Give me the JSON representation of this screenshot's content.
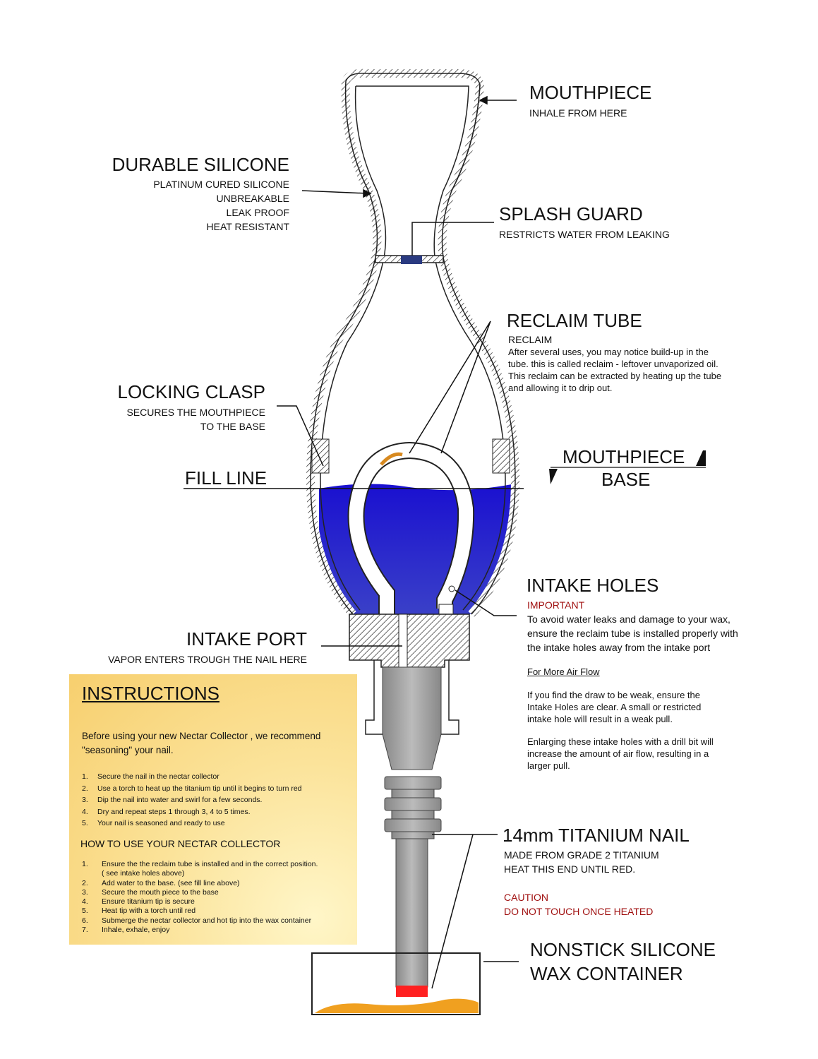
{
  "labels": {
    "mouthpiece": {
      "title": "MOUTHPIECE",
      "sub": "INHALE FROM HERE"
    },
    "silicone": {
      "title": "DURABLE SILICONE",
      "lines": [
        "PLATINUM CURED SILICONE",
        "UNBREAKABLE",
        "LEAK PROOF",
        "HEAT RESISTANT"
      ]
    },
    "splash": {
      "title": "SPLASH GUARD",
      "sub": "RESTRICTS WATER FROM LEAKING"
    },
    "reclaim": {
      "title": "RECLAIM TUBE",
      "sub": "RECLAIM",
      "body": "After several uses, you may notice build-up in the tube. this is called reclaim - leftover unvaporized oil. This reclaim can be extracted by heating up the tube and allowing it to drip out."
    },
    "clasp": {
      "title": "LOCKING CLASP",
      "lines": [
        "SECURES THE MOUTHPIECE",
        "TO THE BASE"
      ]
    },
    "fill": {
      "title": "FILL LINE"
    },
    "mbase": {
      "line1": "MOUTHPIECE",
      "line2": "BASE"
    },
    "intake_holes": {
      "title": "INTAKE HOLES",
      "important": "IMPORTANT",
      "body": "To avoid water leaks and damage to your wax, ensure the reclaim tube is installed properly with the intake holes away from the intake port",
      "airflow_heading": "For More Air Flow",
      "airflow_p1": "If you find the draw to be weak, ensure the Intake Holes are clear. A small or restricted intake hole will result in a weak pull.",
      "airflow_p2": "Enlarging these intake holes with a drill bit will increase the amount of air flow, resulting in a larger pull."
    },
    "intake_port": {
      "title": "INTAKE PORT",
      "sub": "VAPOR ENTERS TROUGH THE NAIL HERE"
    },
    "nail": {
      "title": "14mm TITANIUM NAIL",
      "lines": [
        "MADE FROM GRADE 2 TITANIUM",
        "HEAT THIS END UNTIL RED."
      ],
      "caution": "CAUTION",
      "caution2": "DO NOT TOUCH ONCE HEATED"
    },
    "wax": {
      "line1": "NONSTICK SILICONE",
      "line2": "WAX CONTAINER"
    }
  },
  "instructions": {
    "title": "INSTRUCTIONS",
    "intro": "Before using your new Nectar Collector , we recommend \"seasoning\" your nail.",
    "seasoning": [
      {
        "n": "1.",
        "text": "Secure the nail in the nectar collector"
      },
      {
        "n": "2.",
        "text": "Use a torch to heat up the titanium tip until it begins to turn red"
      },
      {
        "n": "3.",
        "text": "Dip the nail into water and swirl for a few seconds."
      },
      {
        "n": "4.",
        "text": "Dry and repeat steps 1 through 3, 4 to 5 times."
      },
      {
        "n": "5.",
        "text": "Your nail is seasoned and ready to use"
      }
    ],
    "howto_title": "HOW TO USE YOUR NECTAR COLLECTOR",
    "howto": [
      {
        "n": "1.",
        "text": "Ensure the the reclaim tube is installed and in the correct position."
      },
      {
        "n": "",
        "text": "( see intake holes above)"
      },
      {
        "n": "2.",
        "text": "Add water to the base. (see fill line above)"
      },
      {
        "n": "3.",
        "text": "Secure the mouth piece to the base"
      },
      {
        "n": "4.",
        "text": "Ensure titanium tip is secure"
      },
      {
        "n": "5.",
        "text": "Heat tip with a torch until red"
      },
      {
        "n": "6.",
        "text": "Submerge the nectar collector and hot tip into the wax container"
      },
      {
        "n": "7.",
        "text": "Inhale, exhale, enjoy"
      }
    ]
  },
  "colors": {
    "water": "#1a14c8",
    "caution": "#a01010",
    "tip": "#ff2020",
    "wax": "#f0a020",
    "box": "#f9d98a"
  }
}
